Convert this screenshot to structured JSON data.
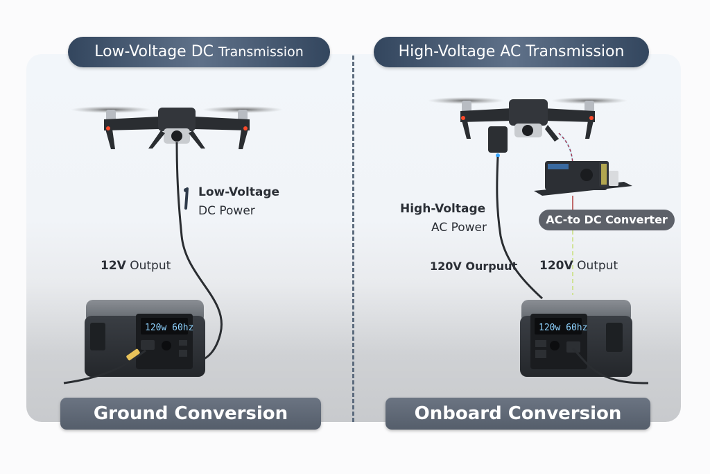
{
  "left_panel": {
    "title_main": "Low-Voltage DC",
    "title_suffix": "Transmission",
    "cable_label_line1": "Low-Voltage",
    "cable_label_line2": "DC Power",
    "output_bold": "12V",
    "output_text": "Output",
    "station_display_voltage": "120",
    "station_display_voltage_unit": "W",
    "station_display_freq": "60",
    "station_display_freq_unit": "Hz",
    "footer": "Ground Conversion"
  },
  "right_panel": {
    "title": "High-Voltage AC Transmission",
    "cable_label_line1": "High-Voltage",
    "cable_label_line2": "AC Power",
    "converter_label": "AC-to DC Converter",
    "output_left": "120V Ourpuut",
    "output_right_bold": "120V",
    "output_right_text": "Output",
    "station_display_voltage": "120",
    "station_display_voltage_unit": "W",
    "station_display_freq": "60",
    "station_display_freq_unit": "Hz",
    "footer": "Onboard Conversion"
  },
  "colors": {
    "title_pill": "#3b4d64",
    "footer_pill": "#5f6875",
    "divider": "#5c6b7d",
    "display_text": "#8fd3ff",
    "drone_led": "#ff4a2a",
    "cable_plug": "#e8c25a"
  }
}
